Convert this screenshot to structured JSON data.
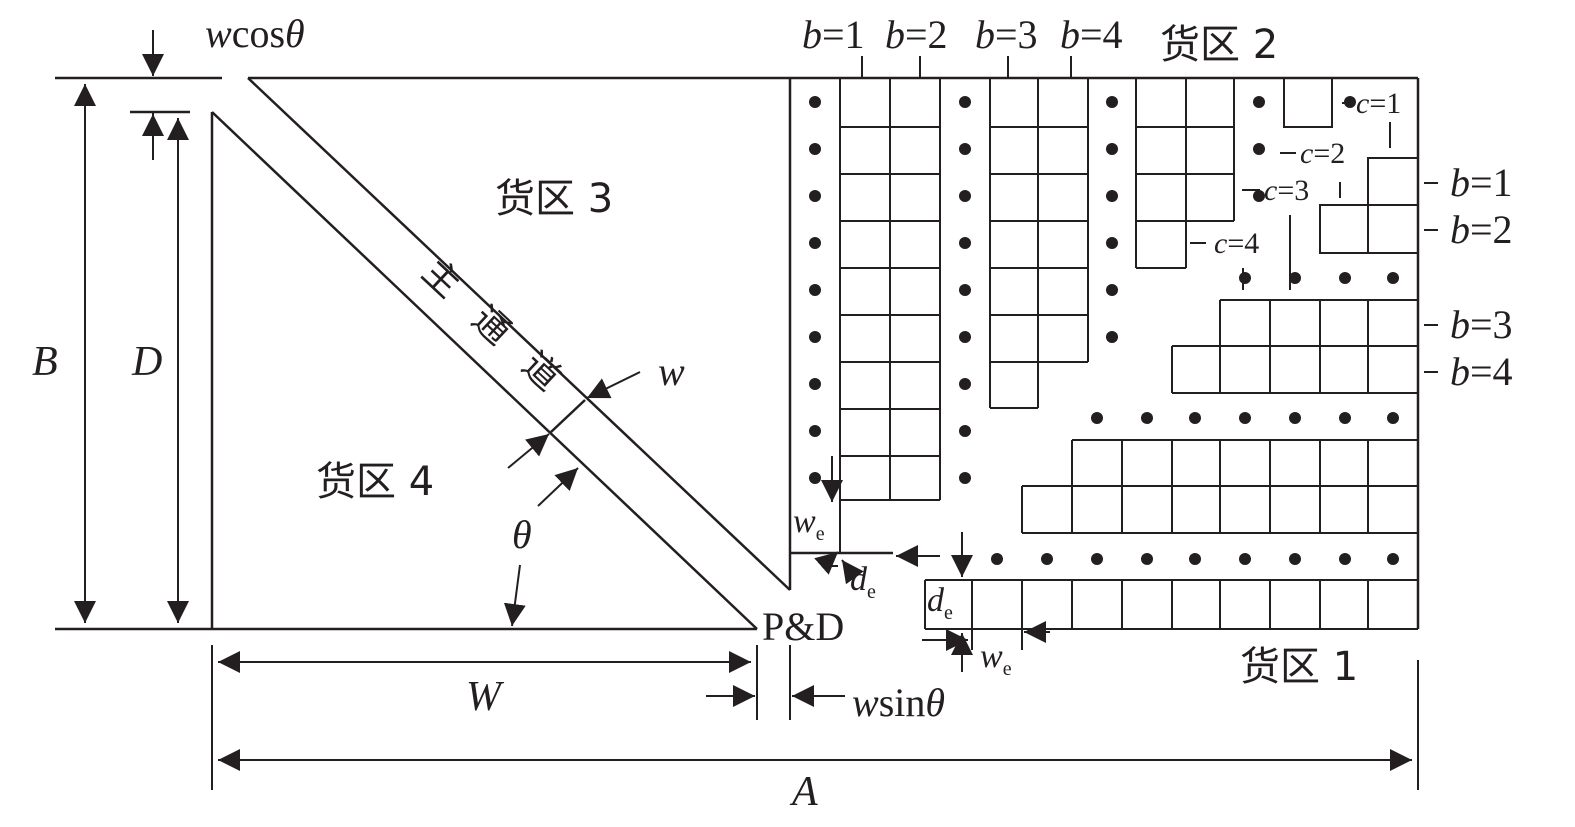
{
  "labels": {
    "zone1": "货区 1",
    "zone2": "货区 2",
    "zone3": "货区 3",
    "zone4": "货区 4",
    "aisle_chars": [
      "主",
      "通",
      "道"
    ],
    "pd": "P&D",
    "w": "w",
    "wcos_w": "w",
    "wcos_rest": "cos",
    "theta": "θ",
    "wsin_w": "w",
    "wsin_rest": "sin",
    "B": "B",
    "D": "D",
    "W": "W",
    "A": "A",
    "we_main": "w",
    "we_sub": "e",
    "de_main": "d",
    "de_sub": "e",
    "top_b": [
      {
        "v": "b",
        "eq": "=1"
      },
      {
        "v": "b",
        "eq": "=2"
      },
      {
        "v": "b",
        "eq": "=3"
      },
      {
        "v": "b",
        "eq": "=4"
      }
    ],
    "right_b": [
      {
        "v": "b",
        "eq": "=1"
      },
      {
        "v": "b",
        "eq": "=2"
      },
      {
        "v": "b",
        "eq": "=3"
      },
      {
        "v": "b",
        "eq": "=4"
      }
    ],
    "c_labels": [
      {
        "v": "c",
        "eq": "=1"
      },
      {
        "v": "c",
        "eq": "=2"
      },
      {
        "v": "c",
        "eq": "=3"
      },
      {
        "v": "c",
        "eq": "=4"
      }
    ]
  }
}
